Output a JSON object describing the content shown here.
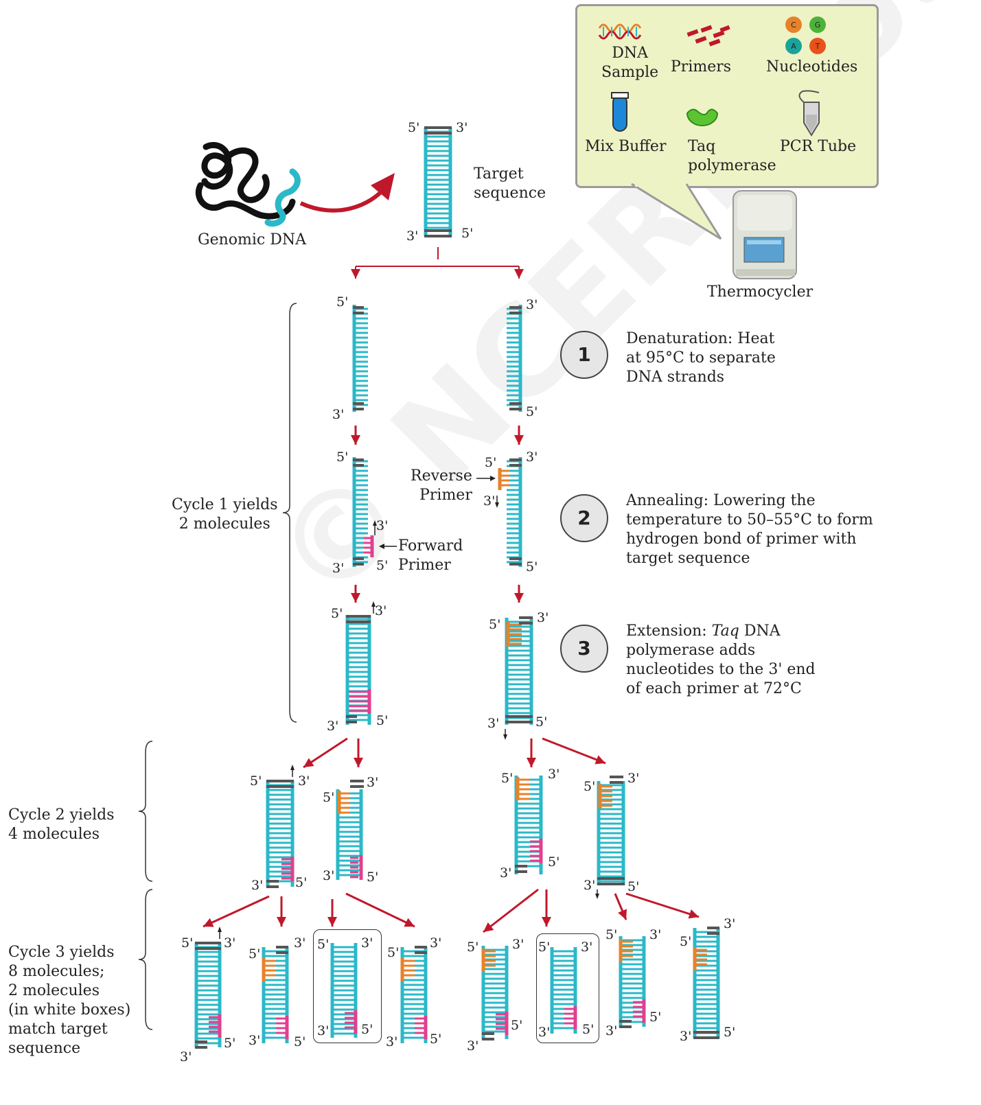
{
  "legend": {
    "dna_sample": "DNA\nSample",
    "primers": "Primers",
    "nucleotides": "Nucleotides",
    "mix_buffer": "Mix Buffer",
    "taq": "Taq\npolymerase",
    "pcr_tube": "PCR Tube",
    "nuc_letters": [
      "C",
      "G",
      "A",
      "T"
    ]
  },
  "thermocycler": "Thermocycler",
  "genomic_dna": "Genomic DNA",
  "target_sequence": "Target\nsequence",
  "ends": {
    "five": "5'",
    "three": "3'"
  },
  "primers": {
    "reverse": "Reverse\nPrimer",
    "forward": "Forward\nPrimer"
  },
  "steps": [
    {
      "num": "1",
      "text": "Denaturation: Heat\nat 95°C to separate\nDNA strands"
    },
    {
      "num": "2",
      "text": "Annealing: Lowering the\ntemperature to 50–55°C to form\nhydrogen bond of primer with\ntarget sequence"
    },
    {
      "num": "3",
      "text_pre": "Extension: ",
      "text_italic": "Taq",
      "text_post": " DNA\npolymerase adds\nnucleotides to the 3' end\nof each primer at 72°C"
    }
  ],
  "cycles": {
    "c1": "Cycle 1 yields\n2 molecules",
    "c2": "Cycle 2 yields\n4 molecules",
    "c3": "Cycle 3 yields\n8 molecules;\n2 molecules\n(in white boxes)\nmatch target\nsequence"
  },
  "watermark": "© NCERT not to be republished",
  "colors": {
    "teal": "#2bb8c8",
    "dark": "#555555",
    "orange": "#e8822a",
    "pink": "#e0408f",
    "arrow": "#c0182b",
    "legend_bg": "#eef3c6"
  }
}
